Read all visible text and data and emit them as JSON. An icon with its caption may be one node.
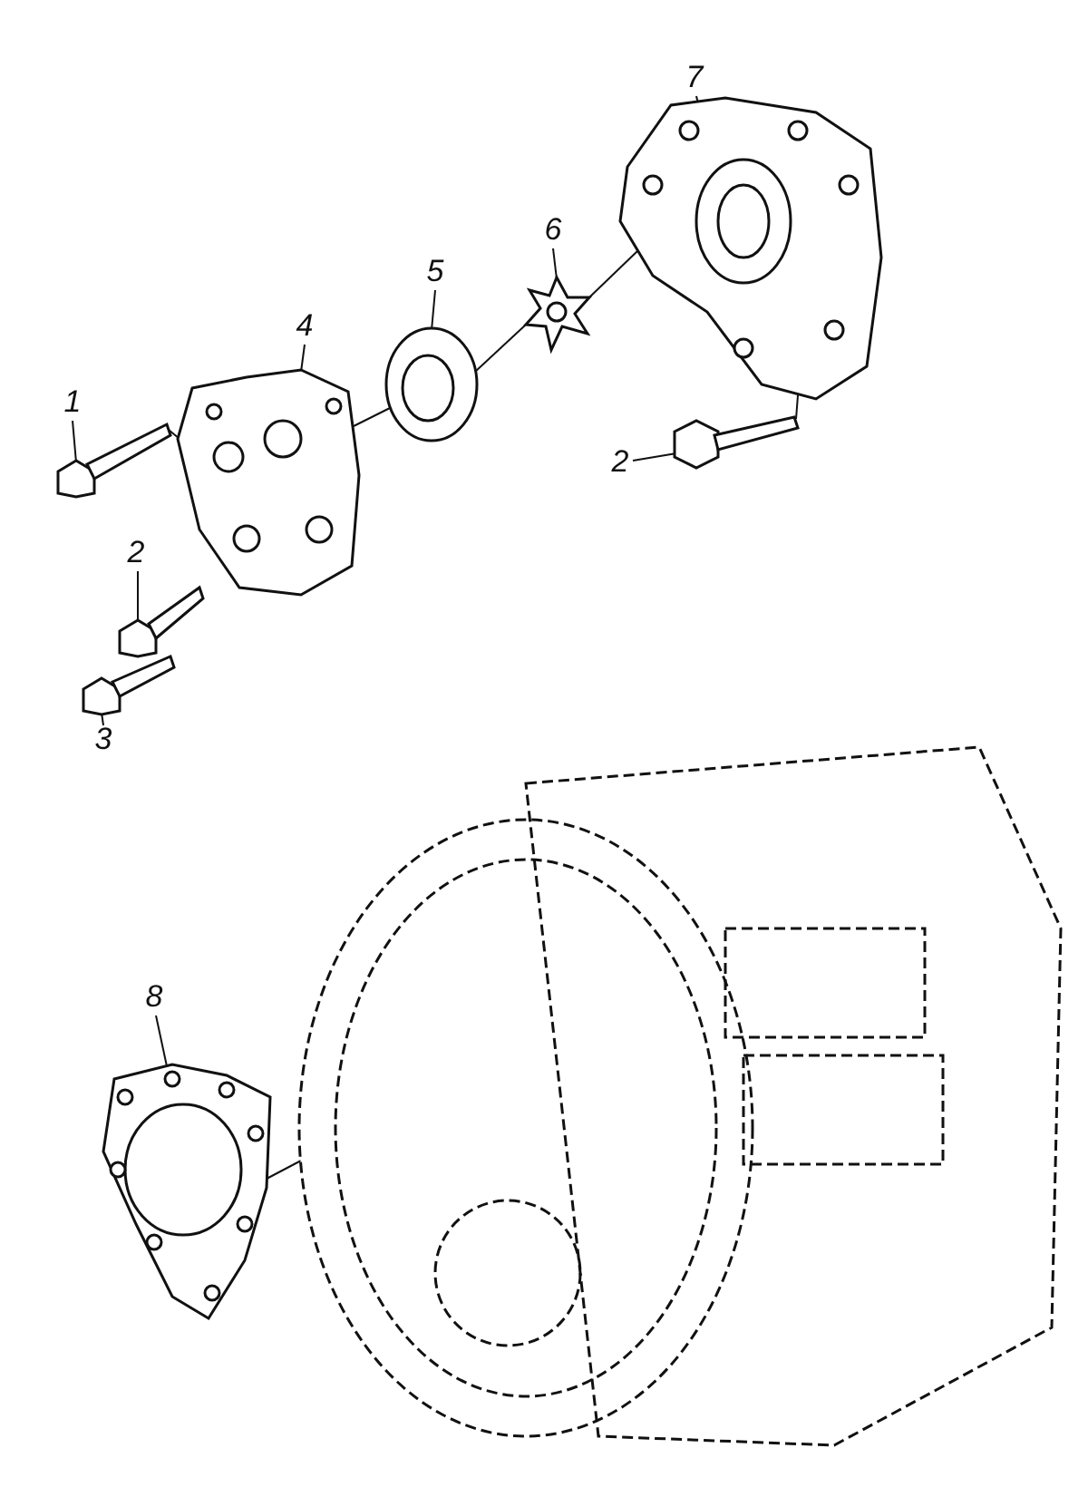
{
  "diagram": {
    "nodes": [
      {
        "text": [
          "7"
        ]
      },
      {
        "text": [
          "6"
        ]
      },
      {
        "text": [
          "5"
        ]
      },
      {
        "text": [
          "4"
        ]
      },
      {
        "text": [
          "1"
        ]
      },
      {
        "text": [
          "2"
        ]
      },
      {
        "text": [
          "2"
        ]
      },
      {
        "text": [
          "3"
        ]
      },
      {
        "text": [
          "8"
        ]
      },
      {
        "text": [],
        "shape": "picture"
      },
      {
        "text": [],
        "shape": "picture"
      },
      {
        "text": [],
        "shape": "picture"
      },
      {
        "text": [],
        "shape": "picture"
      },
      {
        "text": [],
        "shape": "picture"
      },
      {
        "text": [],
        "shape": "picture"
      },
      {
        "text": [],
        "shape": "picture"
      },
      {
        "text": [],
        "shape": "picture"
      },
      {
        "text": [],
        "shape": "picture"
      },
      {
        "text": [],
        "shape": "picture"
      }
    ],
    "edges": [
      {
        "from": 0,
        "to": 9,
        "arrow": "none"
      },
      {
        "from": 1,
        "to": 10,
        "arrow": "none"
      },
      {
        "from": 2,
        "to": 11,
        "arrow": "none"
      },
      {
        "from": 3,
        "to": 12,
        "arrow": "none"
      },
      {
        "from": 4,
        "to": 13,
        "arrow": "none"
      },
      {
        "from": 5,
        "to": 14,
        "arrow": "none"
      },
      {
        "from": 6,
        "to": 15,
        "arrow": "none"
      },
      {
        "from": 7,
        "to": 16,
        "arrow": "none"
      },
      {
        "from": 8,
        "to": 17,
        "arrow": "none"
      },
      {
        "from": 13,
        "to": 12,
        "arrow": "none"
      },
      {
        "from": 12,
        "to": 11,
        "arrow": "none"
      },
      {
        "from": 11,
        "to": 10,
        "arrow": "none"
      },
      {
        "from": 10,
        "to": 9,
        "arrow": "none"
      },
      {
        "from": 14,
        "to": 9,
        "arrow": "none"
      },
      {
        "from": 17,
        "to": 18,
        "arrow": "none"
      }
    ]
  }
}
